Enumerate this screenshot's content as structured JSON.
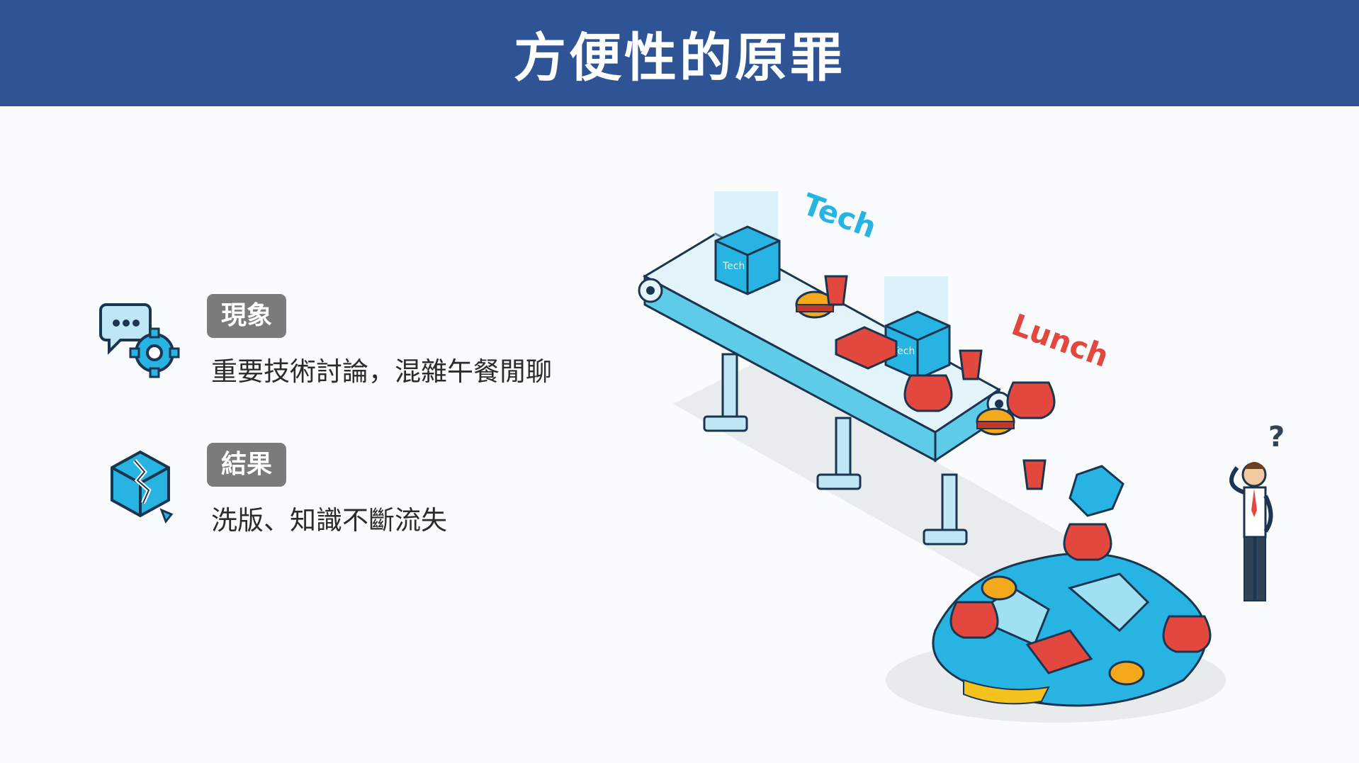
{
  "header": {
    "title": "方便性的原罪"
  },
  "items": [
    {
      "icon": "chat-gear-icon",
      "label": "現象",
      "text": "重要技術討論，混雜午餐閒聊"
    },
    {
      "icon": "broken-cube-icon",
      "label": "結果",
      "text": "洗版、知識不斷流失"
    }
  ],
  "illustration": {
    "description_icon": "conveyor-belt-illustration",
    "tech_label": "Tech",
    "lunch_label": "Lunch",
    "box_label": "Tech",
    "question_mark": "?"
  },
  "colors": {
    "header": "#2f5496",
    "badge": "#7b7b7b",
    "tech": "#27b4e3",
    "lunch": "#e2483d"
  }
}
